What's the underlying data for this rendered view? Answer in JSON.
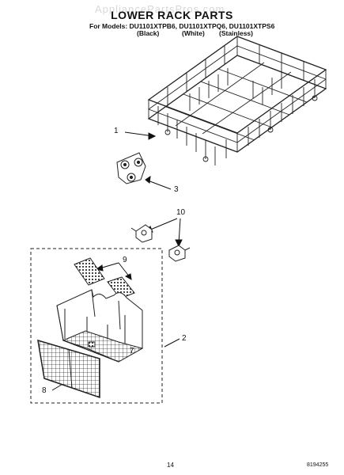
{
  "watermark": "AppliancePartsPros.com",
  "title": "LOWER RACK PARTS",
  "models_line": "For Models: DU1101XTPB6, DU1101XTPQ6, DU1101XTPS6",
  "variants": [
    "(Black)",
    "(White)",
    "(Stainless)"
  ],
  "callouts": [
    "1",
    "3",
    "10",
    "9",
    "2",
    "7",
    "8"
  ],
  "footer": {
    "page_number": "14",
    "document_number": "8194255"
  },
  "parts": [
    {
      "callout": "1",
      "part": "lower-rack"
    },
    {
      "callout": "3",
      "part": "wheel-assembly"
    },
    {
      "callout": "10",
      "part": "rack-clips"
    },
    {
      "callout": "9",
      "part": "basket-lid-covers"
    },
    {
      "callout": "2",
      "part": "silverware-basket-assembly"
    },
    {
      "callout": "7",
      "part": "silverware-basket"
    },
    {
      "callout": "8",
      "part": "basket-cover-grid"
    }
  ]
}
